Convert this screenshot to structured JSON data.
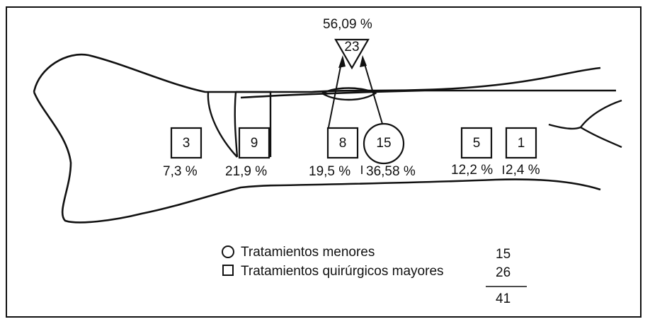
{
  "figure": {
    "top_marker": {
      "count": "23",
      "percent": "56,09 %"
    },
    "markers": [
      {
        "shape": "square",
        "count": "3",
        "percent": "7,3 %"
      },
      {
        "shape": "square",
        "count": "9",
        "percent": "21,9 %"
      },
      {
        "shape": "square",
        "count": "8",
        "percent": "19,5 %"
      },
      {
        "shape": "circle",
        "count": "15",
        "percent": "36,58 %"
      },
      {
        "shape": "square",
        "count": "5",
        "percent": "12,2 %"
      },
      {
        "shape": "square",
        "count": "1",
        "percent": "2,4 %"
      }
    ]
  },
  "legend": {
    "items": [
      {
        "icon": "circle-icon",
        "label": "Tratamientos menores",
        "value": "15"
      },
      {
        "icon": "square-icon",
        "label": "Tratamientos quirúrgicos mayores",
        "value": "26"
      }
    ],
    "total": "41"
  }
}
